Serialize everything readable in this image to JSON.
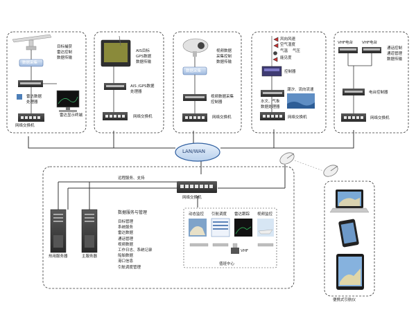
{
  "lan_label": "LAN/WAN",
  "radar": {
    "label_right": [
      "目标捕获",
      "雷达控制",
      "数据传输"
    ],
    "collector": "数据采集",
    "processor": [
      "雷达数据",
      "处理器"
    ],
    "terminal": "雷达显示终端",
    "switch": "网络交换机"
  },
  "ais": {
    "label_right": [
      "AIS目标",
      "GPS数据",
      "数据传输"
    ],
    "processor": [
      "AIS /GPS数据",
      "处理器"
    ],
    "switch": "网络交换机"
  },
  "video": {
    "label_right": [
      "视频数据",
      "采集控制",
      "数据传输"
    ],
    "collector": "数据采集",
    "processor": [
      "视频数据采集",
      "控制器"
    ],
    "switch": "网络交换机"
  },
  "weather": {
    "sensors": [
      "风向风速",
      "空气湿度",
      "气温",
      "气压",
      "能见度"
    ],
    "controller": "控制器",
    "tide": "潮汐、流向流速",
    "processor": [
      "水文、气象",
      "数据处理器"
    ],
    "switch": "网络交换机"
  },
  "vhf_top": {
    "station1": "VHF电台",
    "station2": "VHF电台",
    "label_right": [
      "通话控制",
      "通道管理",
      "数据传输"
    ],
    "controller": "电台控制器",
    "switch": "网络交换机"
  },
  "center": {
    "remote_service": "远程服务、支持",
    "switch": "网络交换机",
    "hot_server": "热用服务器",
    "main_server": "主服务器",
    "service_title": "数据服务与管理",
    "service_items": [
      "目标管理",
      "系统服务",
      "雷达数据",
      "通话管理",
      "视频数据",
      "工作日志、系统记录",
      "船舶数据",
      "港口信息",
      "引航调度管理"
    ],
    "app_tabs": [
      "动态监控",
      "引航调度",
      "雷达跟踪",
      "视频监控"
    ],
    "vhf": "VHF",
    "app_center": "值班中心"
  },
  "portable": {
    "label": "便携式引航仪"
  },
  "colors": {
    "line": "#333333",
    "lan_fill": "#cfe0f4",
    "lan_stroke": "#2f5fa0",
    "device_dark": "#3a3a3a",
    "server_dark": "#2b2b2b"
  }
}
